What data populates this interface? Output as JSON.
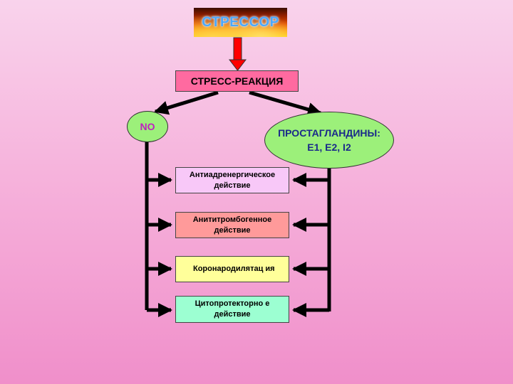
{
  "stressor": {
    "label": "СТРЕССОР"
  },
  "reaction": {
    "label": "СТРЕСС-РЕАКЦИЯ"
  },
  "no_node": {
    "label": "NO"
  },
  "prostaglandins": {
    "line1": "ПРОСТАГЛАНДИНЫ:",
    "line2": "Е1,  Е2,  I2"
  },
  "effects": [
    {
      "label": "Антиадренергическое действие"
    },
    {
      "label": "Анититромбогенное действие"
    },
    {
      "label": "Коронародилятац ия"
    },
    {
      "label": "Цитопротекторно е действие"
    }
  ],
  "colors": {
    "background_top": "#f9d3ec",
    "background_bottom": "#f08fca",
    "reaction_fill": "#ff6aa0",
    "node_fill": "#9cf07a",
    "effect1_fill": "#f8c8f8",
    "effect2_fill": "#ff9a9a",
    "effect3_fill": "#ffff9a",
    "effect4_fill": "#9cffd2",
    "stressor_text": "#4aa8ff",
    "arrow_red": "#ff0000"
  }
}
